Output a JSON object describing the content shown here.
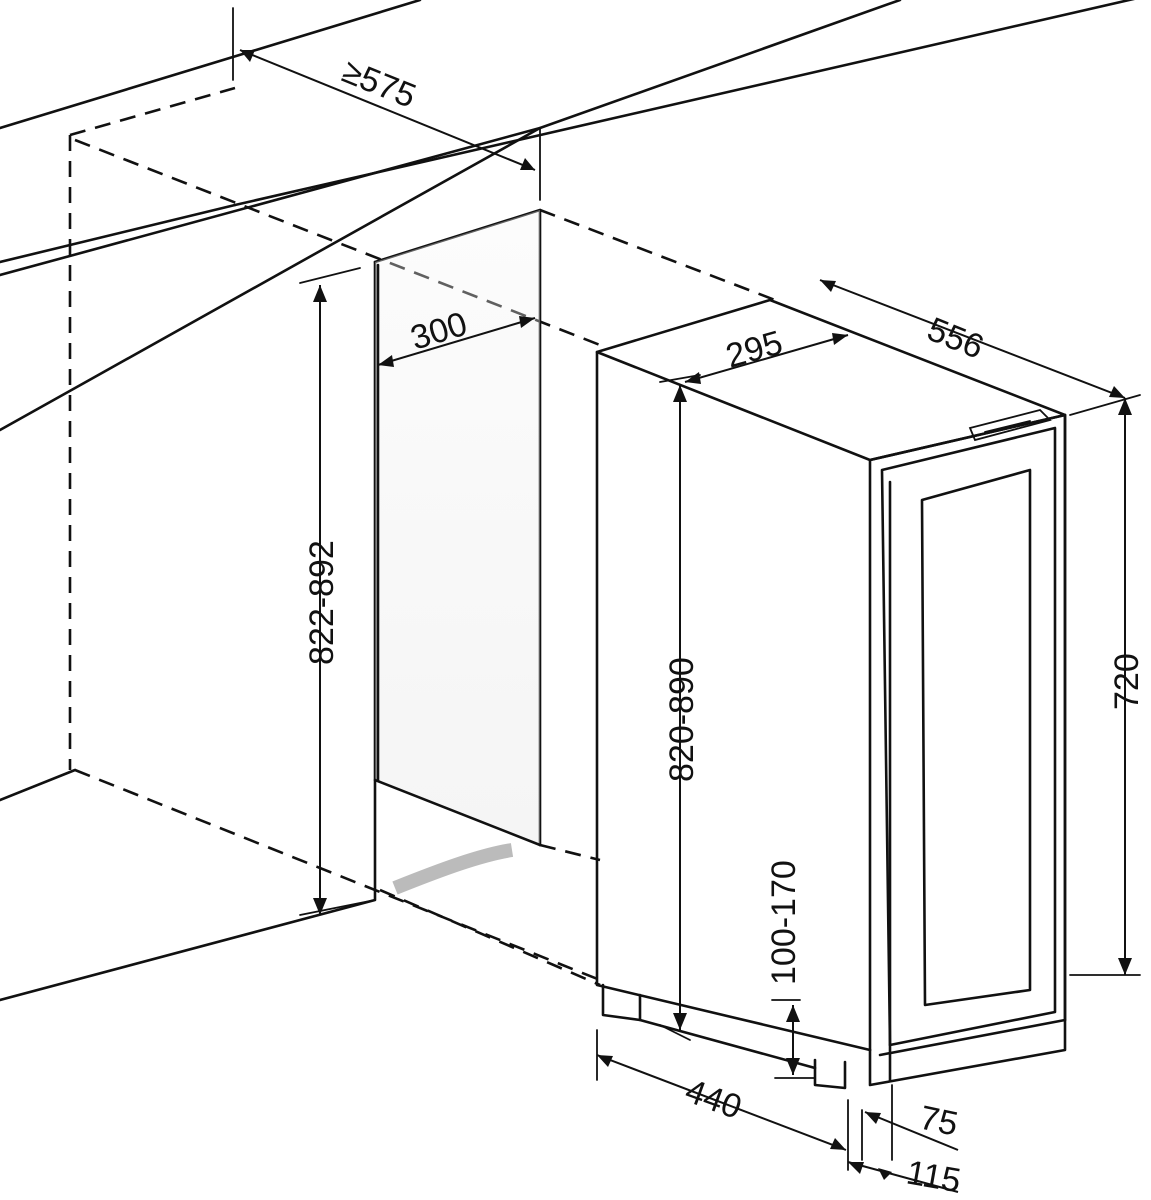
{
  "dimensions": {
    "niche_depth": "≥575",
    "niche_width": "300",
    "niche_height": "822-892",
    "unit_width": "295",
    "unit_depth": "556",
    "unit_height": "820-890",
    "cabinet_height": "720",
    "plinth_height": "100-170",
    "base_depth": "440",
    "door_offset": "75",
    "door_depth": "115"
  },
  "colors": {
    "line": "#111111",
    "background": "#ffffff"
  }
}
